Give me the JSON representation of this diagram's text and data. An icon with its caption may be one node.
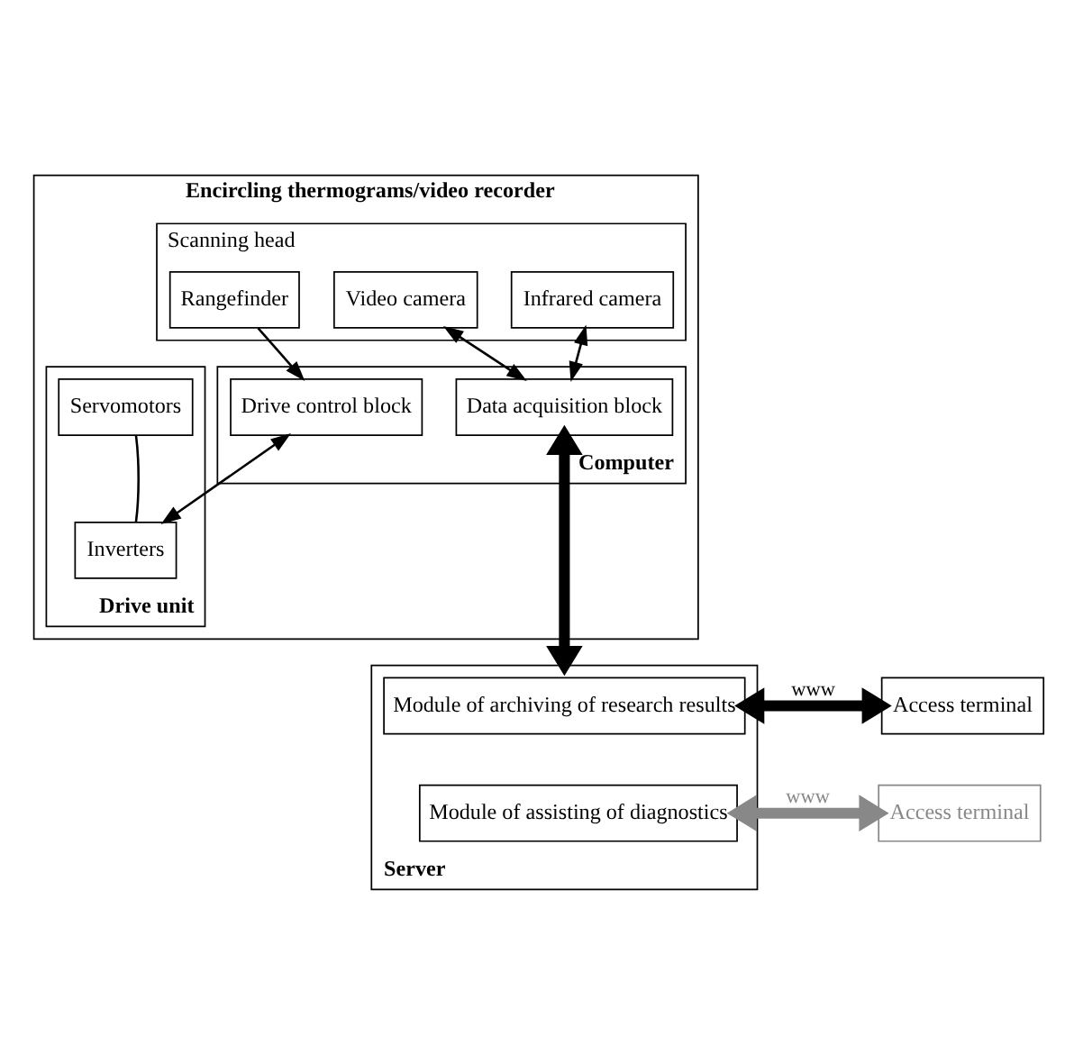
{
  "diagram": {
    "nodes": [
      {
        "text": [
          "Encircling thermograms/video recorder"
        ]
      },
      {
        "text": [
          "Scanning head"
        ],
        "in": 0
      },
      {
        "text": [
          "Infrared camera"
        ],
        "in": 1
      },
      {
        "text": [
          "Video camera"
        ],
        "in": 1
      },
      {
        "text": [
          "Rangefinder"
        ],
        "in": 1
      },
      {
        "text": [
          "Computer"
        ],
        "in": 0
      },
      {
        "text": [
          "Data acquisition block"
        ],
        "in": 5
      },
      {
        "text": [
          "Drive control block"
        ],
        "in": 5
      },
      {
        "text": [
          "Drive unit"
        ],
        "in": 0
      },
      {
        "text": [
          "Servomotors"
        ],
        "in": 8
      },
      {
        "text": [
          "Inverters"
        ],
        "in": 8
      },
      {
        "text": [
          "Server"
        ]
      },
      {
        "text": [
          "Module of archiving of research results"
        ],
        "in": 11
      },
      {
        "text": [
          "Module of assisting of diagnostics"
        ],
        "in": 11
      },
      {
        "text": [
          "Access terminal"
        ]
      },
      {
        "text": [
          "Access terminal"
        ]
      }
    ],
    "edges": [
      {
        "from": 2,
        "to": 6,
        "arrow": "both"
      },
      {
        "from": 3,
        "to": 6,
        "arrow": "both"
      },
      {
        "from": 4,
        "to": 7,
        "arrow": "to"
      },
      {
        "from": 7,
        "to": 10,
        "arrow": "both"
      },
      {
        "from": 9,
        "to": 10,
        "arrow": "none"
      },
      {
        "from": 6,
        "to": 11,
        "arrow": "both",
        "style": "thick"
      },
      {
        "from": 12,
        "to": 14,
        "arrow": "both",
        "label": "www",
        "style": "thick"
      },
      {
        "from": 13,
        "to": 15,
        "arrow": "both",
        "label": "www",
        "style": "thick",
        "color": "#888888"
      }
    ]
  }
}
